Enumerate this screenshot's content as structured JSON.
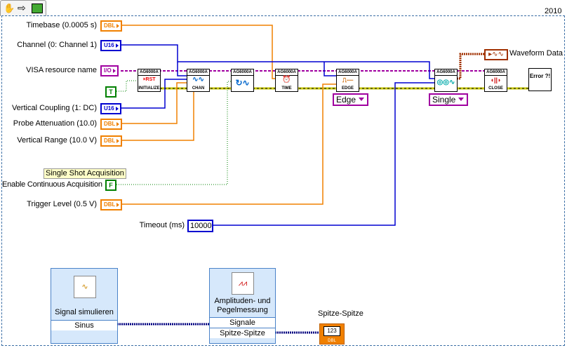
{
  "toolbar": {
    "icons": [
      "hand-icon",
      "arrow-icon",
      "run-icon"
    ]
  },
  "tab": {
    "label": "2010"
  },
  "controls": [
    {
      "label": "Timebase (0.0005 s)",
      "type": "DBL"
    },
    {
      "label": "Channel (0: Channel 1)",
      "type": "U16"
    },
    {
      "label": "VISA resource name",
      "type": "I/O"
    },
    {
      "label": "Vertical Coupling (1: DC)",
      "type": "U16"
    },
    {
      "label": "Probe Attenuation (10.0)",
      "type": "DBL"
    },
    {
      "label": "Vertical Range (10.0 V)",
      "type": "DBL"
    },
    {
      "label": "Enable Continuous Acquisition",
      "type": "F"
    },
    {
      "label": "Trigger Level (0.5 V)",
      "type": "DBL"
    },
    {
      "label": "Timeout (ms)",
      "value": "10000"
    }
  ],
  "true_const": "T",
  "comment": "Single Shot Acquisition",
  "vis": {
    "header": "AG6000A",
    "initialize": "INITIALIZE",
    "chan": "CHAN",
    "time": "TIME",
    "edge": "EDGE",
    "close": "CLOSE",
    "error": "Error ?!"
  },
  "rings": {
    "edge": "Edge",
    "single": "Single"
  },
  "indicator": {
    "label": "Waveform Data"
  },
  "express": {
    "sim": {
      "title": "Signal simulieren",
      "output": "Sinus"
    },
    "amp": {
      "title": "Amplituden- und Pegelmessung",
      "input": "Signale",
      "output": "Spitze-Spitze"
    }
  },
  "numeric_indicator": {
    "label": "Spitze-Spitze",
    "value": "123",
    "type": "DBL"
  },
  "colors": {
    "dbl": "#f08000",
    "u16": "#0000d0",
    "visa": "#a000a0",
    "error": "#c8c800",
    "waveform": "#a03000"
  }
}
